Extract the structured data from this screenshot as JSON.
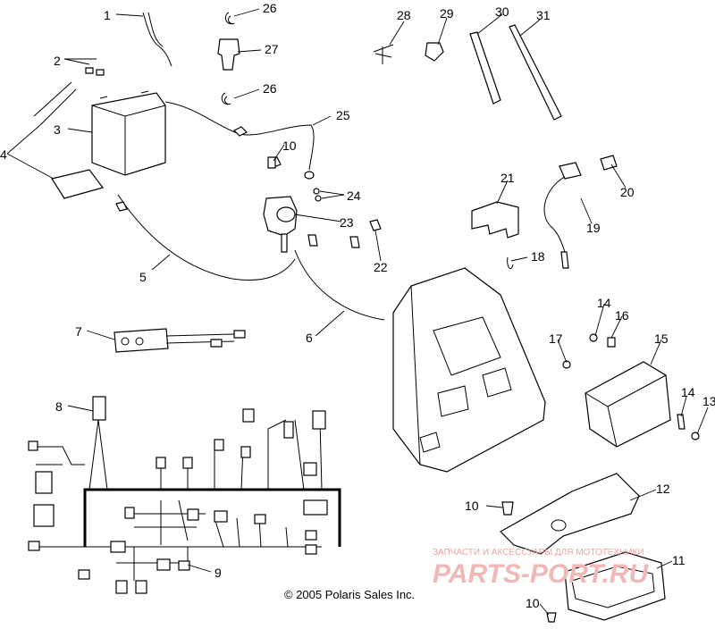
{
  "callouts": [
    {
      "n": "1"
    },
    {
      "n": "2"
    },
    {
      "n": "3"
    },
    {
      "n": "4"
    },
    {
      "n": "5"
    },
    {
      "n": "6"
    },
    {
      "n": "7"
    },
    {
      "n": "8"
    },
    {
      "n": "9"
    },
    {
      "n": "10"
    },
    {
      "n": "10"
    },
    {
      "n": "10"
    },
    {
      "n": "11"
    },
    {
      "n": "12"
    },
    {
      "n": "13"
    },
    {
      "n": "14"
    },
    {
      "n": "14"
    },
    {
      "n": "15"
    },
    {
      "n": "16"
    },
    {
      "n": "17"
    },
    {
      "n": "18"
    },
    {
      "n": "19"
    },
    {
      "n": "20"
    },
    {
      "n": "21"
    },
    {
      "n": "22"
    },
    {
      "n": "23"
    },
    {
      "n": "24"
    },
    {
      "n": "25"
    },
    {
      "n": "26"
    },
    {
      "n": "26"
    },
    {
      "n": "27"
    },
    {
      "n": "28"
    },
    {
      "n": "29"
    },
    {
      "n": "30"
    },
    {
      "n": "31"
    }
  ],
  "copyright": "© 2005 Polaris Sales Inc.",
  "watermark": {
    "tagline": "ЗАПЧАСТИ И АКСЕССУАРЫ ДЛЯ МОТОТЕХНИКИ",
    "brand": "PARTS-PORT.RU",
    "color": "#e8a5a5"
  }
}
